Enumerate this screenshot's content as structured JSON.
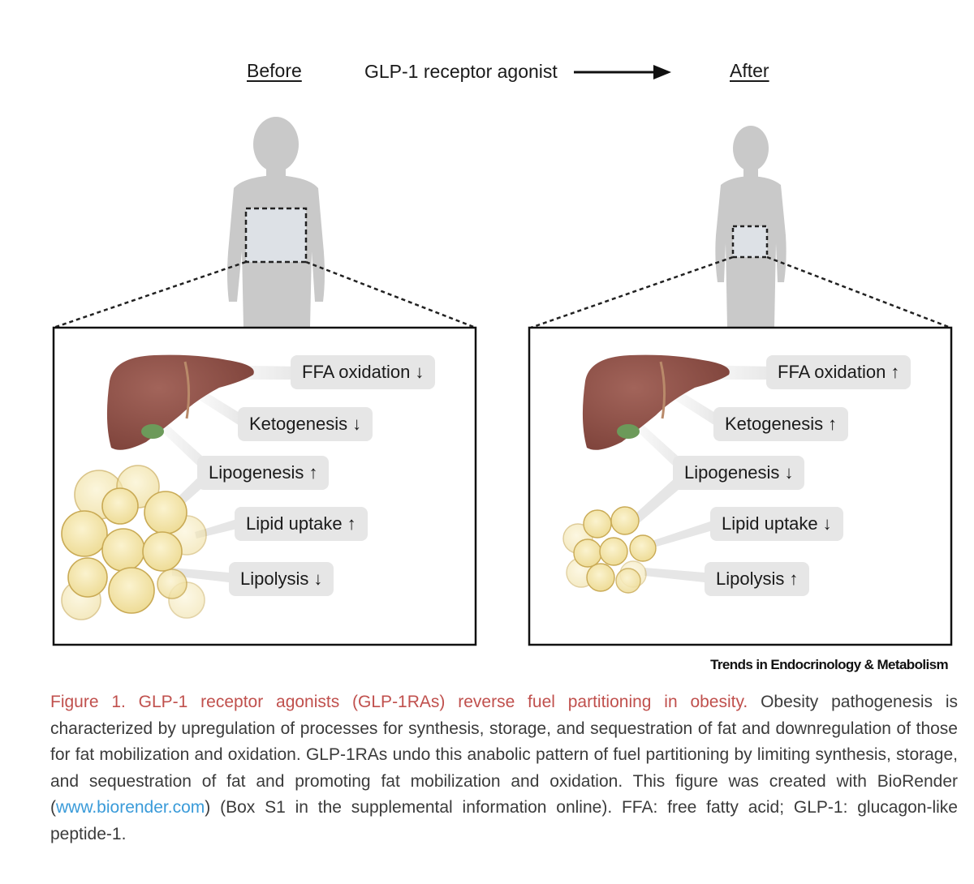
{
  "header": {
    "before_label": "Before",
    "agonist_label": "GLP-1 receptor agonist",
    "after_label": "After"
  },
  "panels": {
    "before": {
      "pills": [
        {
          "label": "FFA oxidation",
          "arrow": "↓"
        },
        {
          "label": "Ketogenesis",
          "arrow": "↓"
        },
        {
          "label": "Lipogenesis",
          "arrow": "↑"
        },
        {
          "label": "Lipid uptake",
          "arrow": "↑"
        },
        {
          "label": "Lipolysis",
          "arrow": "↓"
        }
      ]
    },
    "after": {
      "pills": [
        {
          "label": "FFA oxidation",
          "arrow": "↑"
        },
        {
          "label": "Ketogenesis",
          "arrow": "↑"
        },
        {
          "label": "Lipogenesis",
          "arrow": "↓"
        },
        {
          "label": "Lipid uptake",
          "arrow": "↓"
        },
        {
          "label": "Lipolysis",
          "arrow": "↑"
        }
      ]
    }
  },
  "journal": "Trends in Endocrinology & Metabolism",
  "caption": {
    "title": "Figure 1. GLP-1 receptor agonists (GLP-1RAs) reverse fuel partitioning in obesity.",
    "body_1": " Obesity pathogenesis is characterized by upregulation of processes for synthesis, storage, and sequestration of fat and downregulation of those for fat mobilization and oxidation. GLP-1RAs undo this anabolic pattern of fuel partitioning by limiting synthesis, storage, and sequestration of fat and promoting fat mobilization and oxidation. This figure was created with BioRender (",
    "link": "www.biorender.com",
    "body_2": ") (Box S1 in the supplemental information online). FFA: free fatty acid; GLP-1: glucagon-like peptide-1."
  },
  "colors": {
    "silhouette": "#c9c9c9",
    "liver": "#8c4f45",
    "gallbladder": "#6c9a5a",
    "fat_cell": "#f2e3a6",
    "pill_bg": "#e6e6e6",
    "caption_title": "#c0504d",
    "link": "#3a9bd9"
  }
}
